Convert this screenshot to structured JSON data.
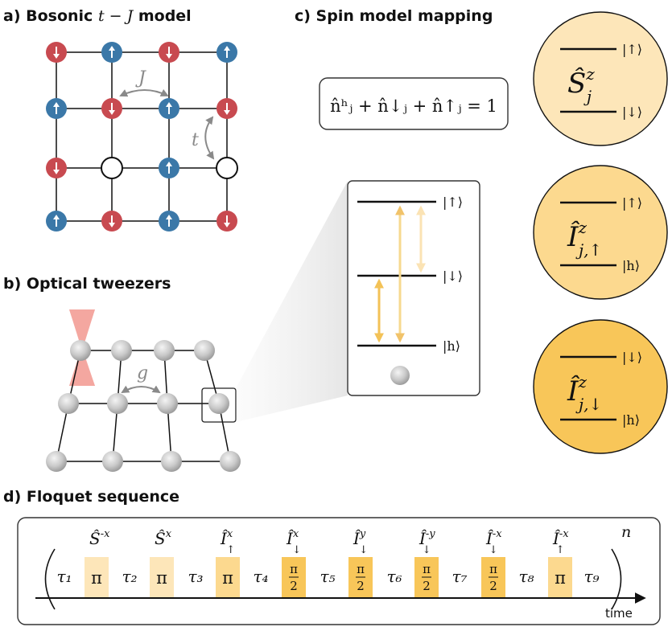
{
  "panel_a": {
    "heading": "a) Bosonic",
    "heading_math": "t − J",
    "heading_tail": "model",
    "label_J": "J",
    "label_t": "t",
    "grid": [
      [
        "down",
        "up",
        "down",
        "up"
      ],
      [
        "up",
        "down",
        "up",
        "down"
      ],
      [
        "down",
        "hole",
        "up",
        "hole"
      ],
      [
        "up",
        "down",
        "up",
        "down"
      ]
    ],
    "colors": {
      "up": "#3b78a8",
      "down": "#c84a50",
      "hole": "#ffffff"
    }
  },
  "panel_b": {
    "heading": "b) Optical tweezers",
    "label_g": "g",
    "beam_color": "#f4a7a0"
  },
  "panel_c": {
    "heading": "c) Spin model mapping",
    "constraint": "n̂ʰⱼ + n̂↓ⱼ + n̂↑ⱼ = 1",
    "levels": {
      "up": "|↑⟩",
      "down": "|↓⟩",
      "hole": "|h⟩"
    },
    "circles": [
      {
        "op": "Ŝ",
        "sup": "z",
        "sub": "j",
        "top": "|↑⟩",
        "bottom": "|↓⟩",
        "color": "#fde6b9"
      },
      {
        "op": "Î",
        "sup": "z",
        "sub": "j,↑",
        "top": "|↑⟩",
        "bottom": "|h⟩",
        "color": "#fcd98f"
      },
      {
        "op": "Î",
        "sup": "z",
        "sub": "j,↓",
        "top": "|↓⟩",
        "bottom": "|h⟩",
        "color": "#f8c659"
      }
    ]
  },
  "panel_d": {
    "heading": "d) Floquet sequence",
    "taus": [
      "τ₁",
      "τ₂",
      "τ₃",
      "τ₄",
      "τ₅",
      "τ₆",
      "τ₇",
      "τ₈",
      "τ₉"
    ],
    "pulses": [
      {
        "op": "Ŝ",
        "sup": "-x",
        "sub": "",
        "angle": "π",
        "shade": "light"
      },
      {
        "op": "Ŝ",
        "sup": "x",
        "sub": "",
        "angle": "π",
        "shade": "light"
      },
      {
        "op": "Î",
        "sup": "x",
        "sub": "↑",
        "angle": "π",
        "shade": "mid"
      },
      {
        "op": "Î",
        "sup": "x",
        "sub": "↓",
        "angle": "π/2",
        "shade": "dark"
      },
      {
        "op": "Î",
        "sup": "y",
        "sub": "↓",
        "angle": "π/2",
        "shade": "dark"
      },
      {
        "op": "Î",
        "sup": "-y",
        "sub": "↓",
        "angle": "π/2",
        "shade": "dark"
      },
      {
        "op": "Î",
        "sup": "-x",
        "sub": "↓",
        "angle": "π/2",
        "shade": "dark"
      },
      {
        "op": "Î",
        "sup": "-x",
        "sub": "↑",
        "angle": "π",
        "shade": "mid"
      }
    ],
    "repeat": "n",
    "time_label": "time",
    "shades": {
      "light": "#fde6b9",
      "mid": "#fcd98f",
      "dark": "#f8c659"
    }
  }
}
